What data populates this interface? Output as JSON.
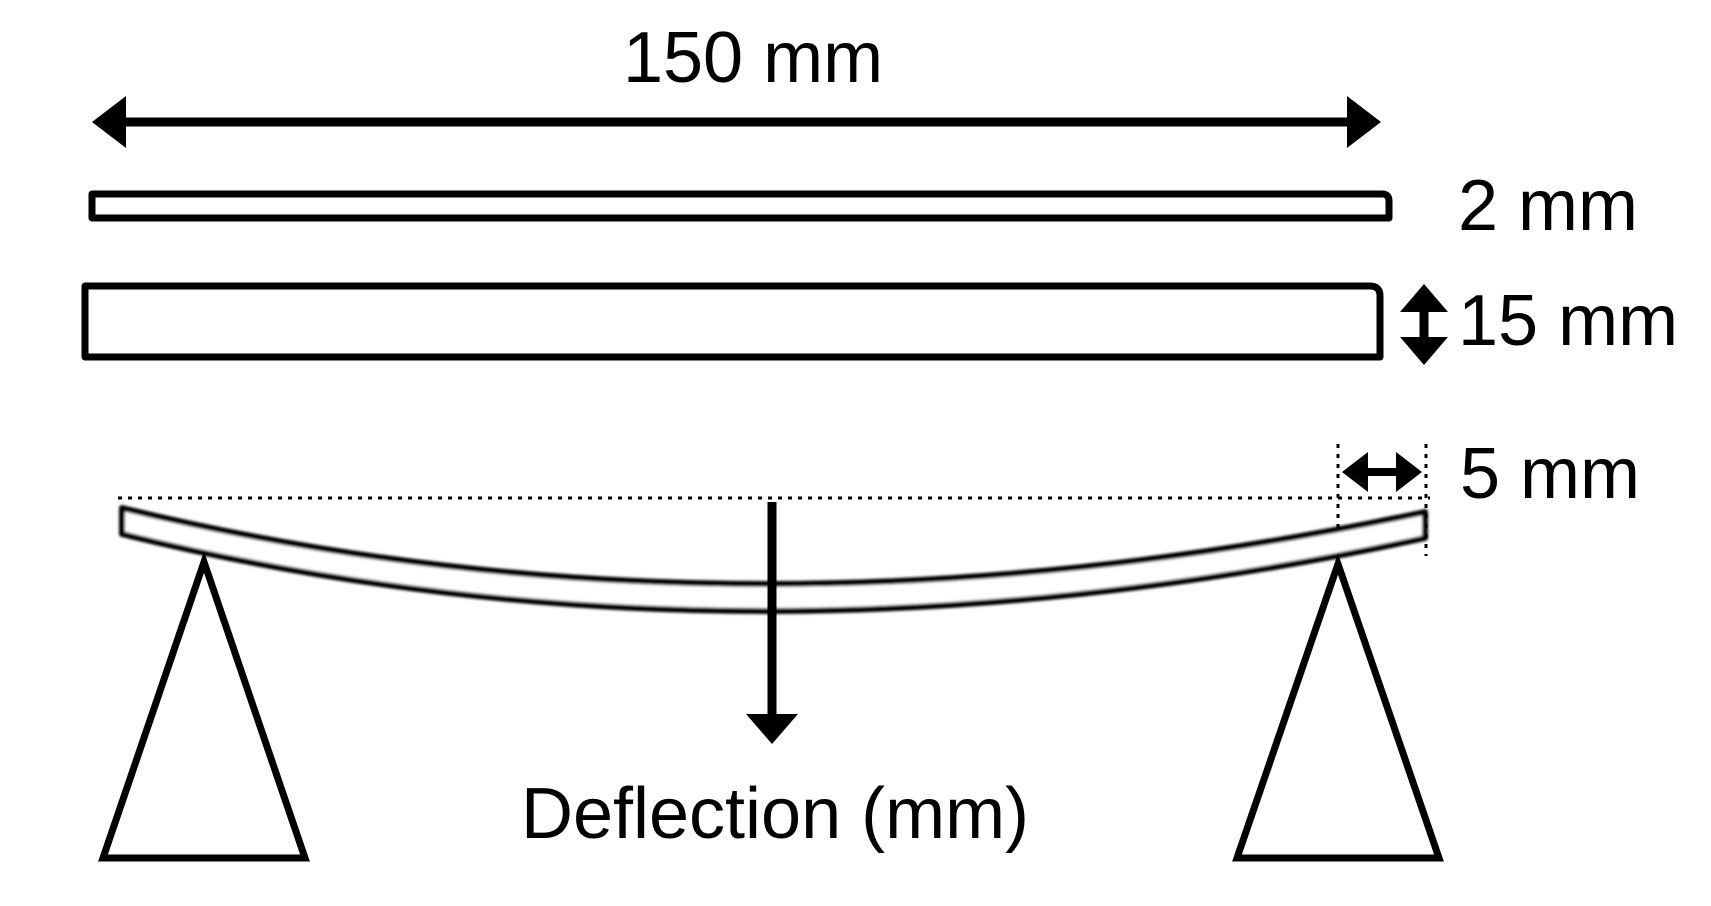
{
  "labels": {
    "length": "150 mm",
    "thickness": "2 mm",
    "width": "15 mm",
    "overhang": "5 mm",
    "deflection": "Deflection (mm)"
  },
  "colors": {
    "ink": "#000000",
    "background": "#ffffff"
  }
}
